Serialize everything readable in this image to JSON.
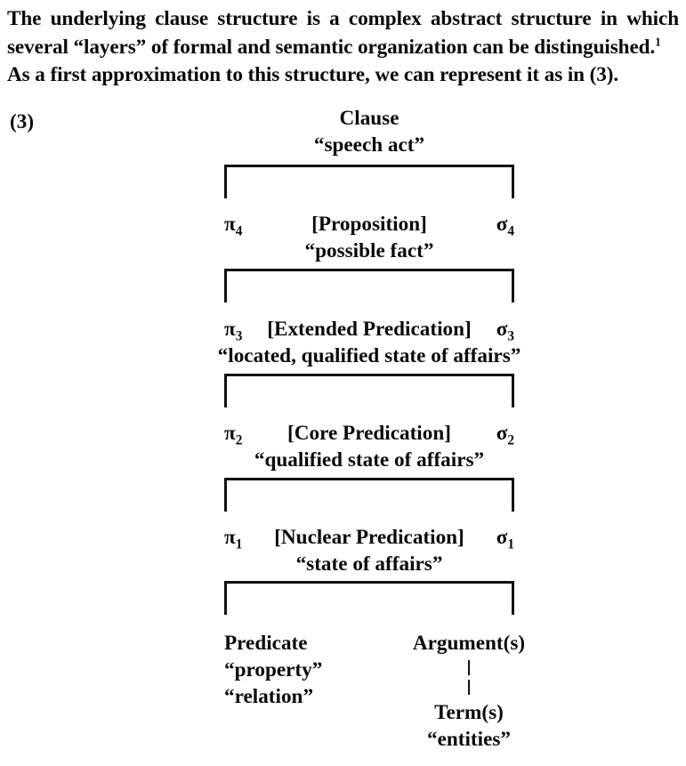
{
  "page": {
    "background": "#ffffff",
    "ink": "#0a0a0a"
  },
  "body_text": {
    "line1": "The underlying clause structure is a complex abstract structure in which",
    "line2_a": "several “layers” of formal and semantic organization can be distinguished.",
    "footnote_marker": "1",
    "line3": "As a first approximation to this structure, we can represent it as in (3)."
  },
  "example": {
    "number": "(3)"
  },
  "diagram": {
    "type": "nested-layered-clause-structure",
    "top": {
      "label": "Clause",
      "gloss": "“speech act”"
    },
    "layers": [
      {
        "left_operator": "π",
        "left_index": "4",
        "name": "[Proposition]",
        "right_operator": "σ",
        "right_index": "4",
        "gloss": "“possible fact”"
      },
      {
        "left_operator": "π",
        "left_index": "3",
        "name": "[Extended Predication]",
        "right_operator": "σ",
        "right_index": "3",
        "gloss": "“located, qualified state of affairs”"
      },
      {
        "left_operator": "π",
        "left_index": "2",
        "name": "[Core Predication]",
        "right_operator": "σ",
        "right_index": "2",
        "gloss": "“qualified state of affairs”"
      },
      {
        "left_operator": "π",
        "left_index": "1",
        "name": "[Nuclear Predication]",
        "right_operator": "σ",
        "right_index": "1",
        "gloss": "“state of affairs”"
      }
    ],
    "terminals": {
      "predicate": {
        "label": "Predicate",
        "gloss1": "“property”",
        "gloss2": "“relation”"
      },
      "argument": {
        "label": "Argument(s)",
        "child_label": "Term(s)",
        "child_gloss": "“entities”"
      }
    },
    "bracket_count": 5
  }
}
